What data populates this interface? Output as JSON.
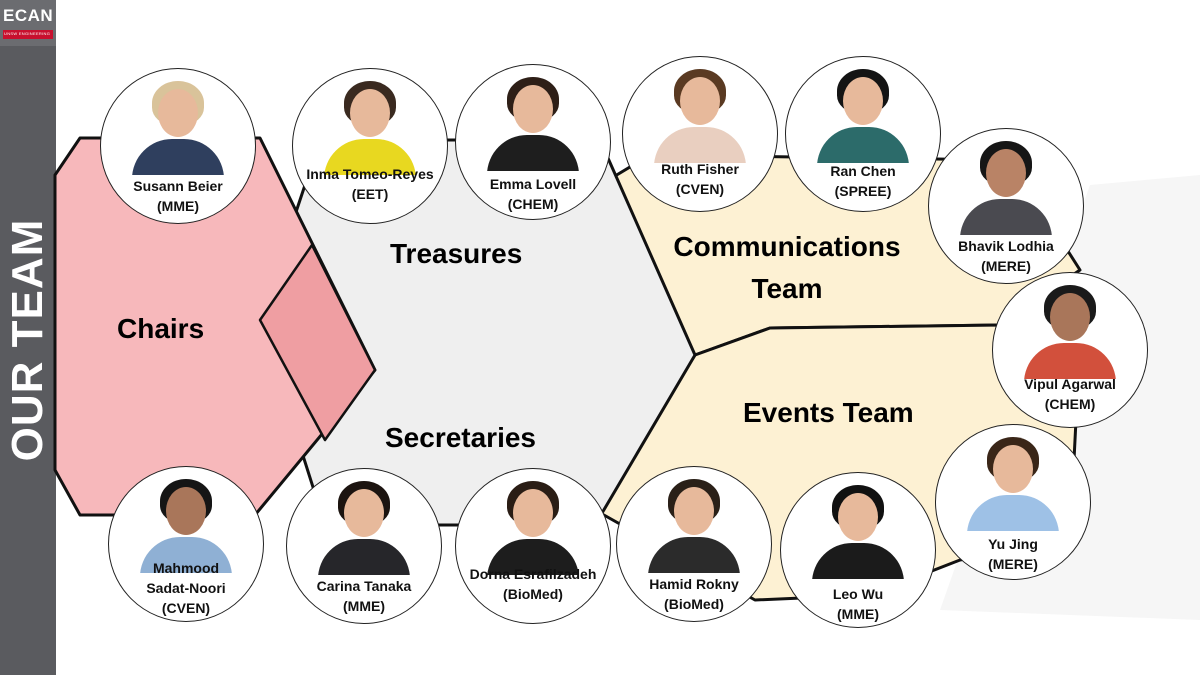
{
  "logo": {
    "text": "ECAN",
    "subtext": "UNSW ENGINEERING"
  },
  "page_title": "OUR TEAM",
  "colors": {
    "sidebar": "#5a5b5f",
    "accent_red": "#c8102e",
    "chairs": "#f7b8bb",
    "middle": "#f0f0f0",
    "comms_events": "#fdf1d3"
  },
  "sections": {
    "chairs": "Chairs",
    "treasures": "Treasures",
    "secretaries": "Secretaries",
    "communications": "Communications Team",
    "events": "Events Team"
  },
  "members": {
    "susann": {
      "name": "Susann Beier",
      "dept": "(MME)"
    },
    "inma": {
      "name": "Inma Tomeo-Reyes",
      "dept": "(EET)"
    },
    "emma": {
      "name": "Emma Lovell",
      "dept": "(CHEM)"
    },
    "ruth": {
      "name": "Ruth Fisher",
      "dept": "(CVEN)"
    },
    "ran": {
      "name": "Ran Chen",
      "dept": "(SPREE)"
    },
    "bhavik": {
      "name": "Bhavik Lodhia",
      "dept": "(MERE)"
    },
    "vipul": {
      "name": "Vipul Agarwal",
      "dept": "(CHEM)"
    },
    "yu": {
      "name": "Yu Jing",
      "dept": "(MERE)"
    },
    "leo": {
      "name": "Leo Wu",
      "dept": "(MME)"
    },
    "hamid": {
      "name": "Hamid Rokny",
      "dept": "(BioMed)"
    },
    "dorna": {
      "name": "Dorna Esrafilzadeh",
      "dept": "(BioMed)"
    },
    "carina": {
      "name": "Carina Tanaka",
      "dept": "(MME)"
    },
    "mahmood": {
      "name_line1": "Mahmood",
      "name_line2": "Sadat-Noori",
      "dept": "(CVEN)"
    }
  }
}
